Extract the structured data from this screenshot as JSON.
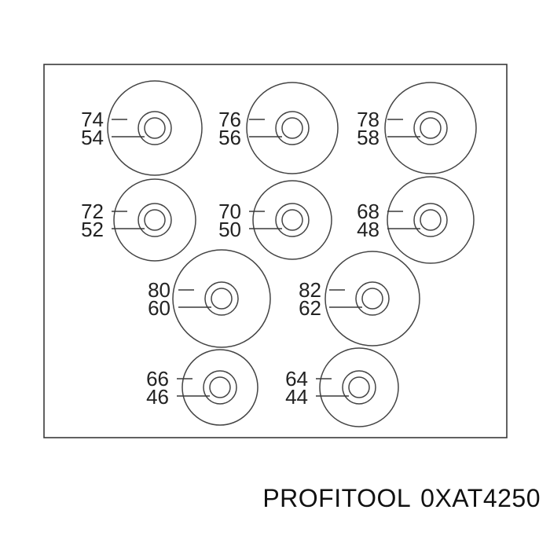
{
  "brand": "PROFITOOL",
  "part_number": "0XAT4250",
  "washers": [
    {
      "outer_label": "74",
      "inner_label": "54"
    },
    {
      "outer_label": "76",
      "inner_label": "56"
    },
    {
      "outer_label": "78",
      "inner_label": "58"
    },
    {
      "outer_label": "72",
      "inner_label": "52"
    },
    {
      "outer_label": "70",
      "inner_label": "50"
    },
    {
      "outer_label": "68",
      "inner_label": "48"
    },
    {
      "outer_label": "80",
      "inner_label": "60"
    },
    {
      "outer_label": "82",
      "inner_label": "62"
    },
    {
      "outer_label": "66",
      "inner_label": "46"
    },
    {
      "outer_label": "64",
      "inner_label": "44"
    }
  ],
  "colors": {
    "line": "#3a3a3a",
    "text": "#222222",
    "background": "#ffffff"
  }
}
